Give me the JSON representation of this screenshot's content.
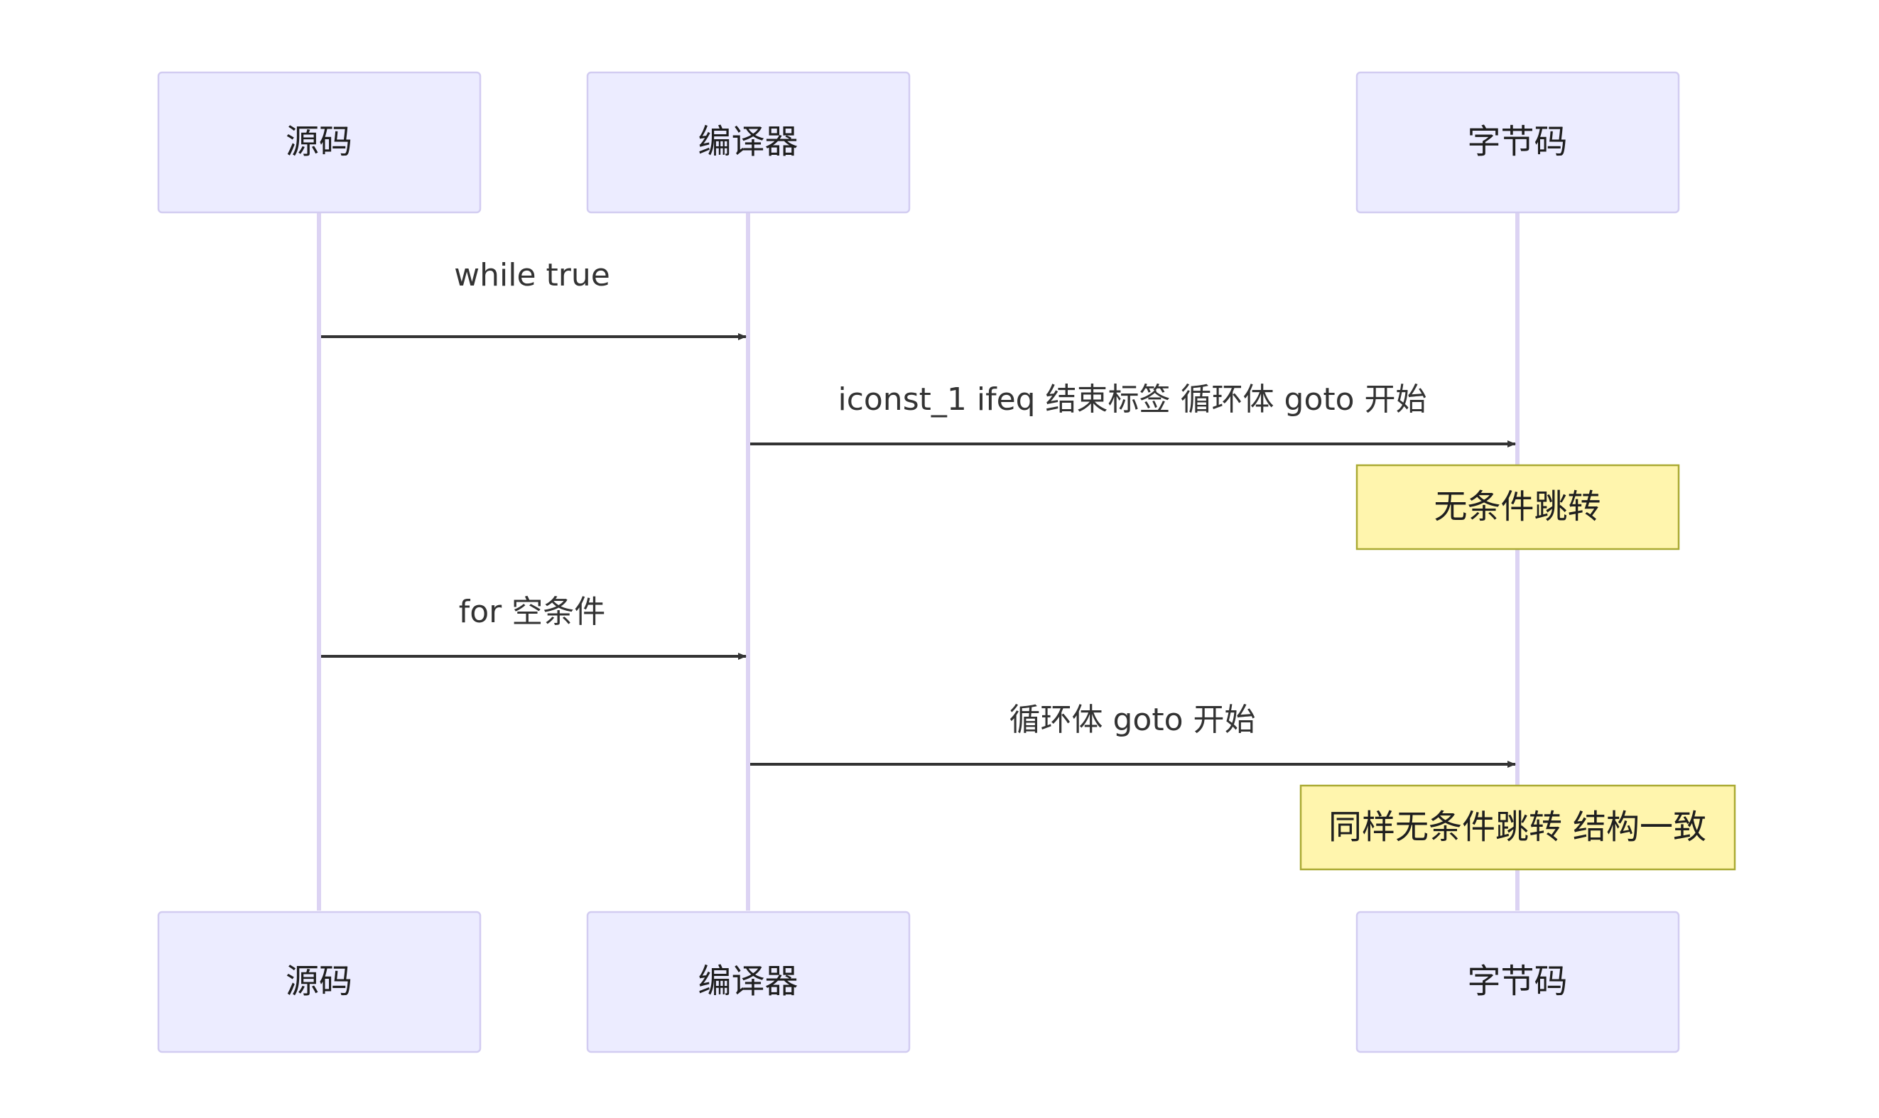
{
  "participants": [
    {
      "id": "src",
      "label": "源码"
    },
    {
      "id": "compiler",
      "label": "编译器"
    },
    {
      "id": "bytecode",
      "label": "字节码"
    }
  ],
  "messages": [
    {
      "from": "src",
      "to": "compiler",
      "label": "while true"
    },
    {
      "from": "compiler",
      "to": "bytecode",
      "label": "iconst_1 ifeq 结束标签 循环体 goto 开始"
    },
    {
      "from": "src",
      "to": "compiler",
      "label": "for 空条件"
    },
    {
      "from": "compiler",
      "to": "bytecode",
      "label": "循环体 goto 开始"
    }
  ],
  "notes": [
    {
      "over": "bytecode",
      "label": "无条件跳转"
    },
    {
      "over": "bytecode",
      "label": "同样无条件跳转 结构一致"
    }
  ],
  "colors": {
    "actor_fill": "#ECECFF",
    "actor_border": "#D2CCF1",
    "lifeline": "#DCD3F3",
    "arrow": "#333333",
    "note_fill": "#FFF5AD",
    "note_border": "#AAAA33"
  }
}
